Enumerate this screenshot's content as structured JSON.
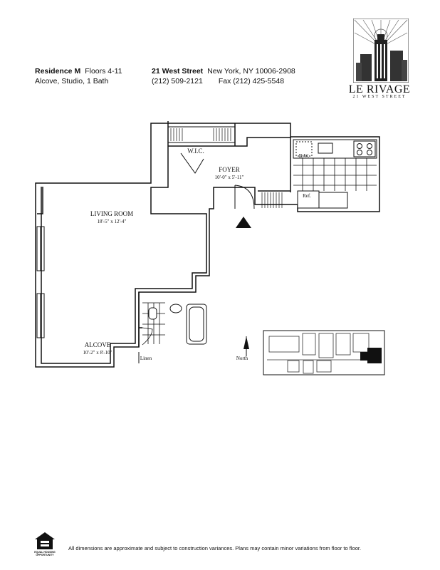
{
  "header": {
    "residence": "Residence M",
    "floors": "Floors 4-11",
    "unit_type": "Alcove, Studio, 1 Bath",
    "street": "21 West Street",
    "city": "New York, NY 10006-2908",
    "phone": "(212) 509-2121",
    "fax": "Fax (212) 425-5548"
  },
  "logo": {
    "name": "LE RIVAGE",
    "subtitle": "21 WEST STREET"
  },
  "rooms": {
    "wic": "W.I.C.",
    "foyer": "FOYER",
    "foyer_dims": "10'-0\" x 5'-11\"",
    "living": "LIVING ROOM",
    "living_dims": "18'-5\" x 12'-4\"",
    "alcove": "ALCOVE",
    "alcove_dims": "10'-2\" x 8'-10\"",
    "dw": "D.W.",
    "ref": "Ref.",
    "linen": "Linen"
  },
  "keyplan": {
    "north": "North"
  },
  "footer": {
    "disclaimer": "All dimensions are approximate and subject to construction variances. Plans may contain minor variations from floor to floor.",
    "eho_line1": "EQUAL HOUSING",
    "eho_line2": "OPPORTUNITY"
  }
}
